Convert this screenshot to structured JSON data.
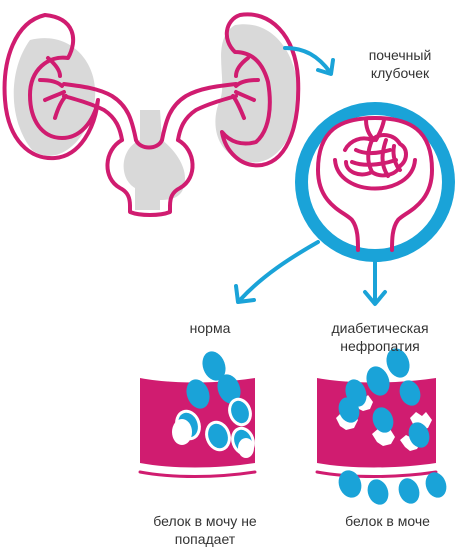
{
  "labels": {
    "glomerulus": "почечный\nклубочек",
    "normal": "норма",
    "diabetic": "диабетическая\nнефропатия",
    "normal_result": "белок в мочу не\nпопадает",
    "diabetic_result": "белок в моче"
  },
  "colors": {
    "magenta": "#d01c70",
    "blue": "#1aa3d8",
    "gray": "#d9d9d9",
    "white": "#ffffff",
    "text": "#333333"
  },
  "icons": [
    "kidneys-illustration",
    "glomerulus-magnifier",
    "arrow",
    "blood-vessel-normal",
    "blood-vessel-damaged",
    "protein-cell"
  ]
}
